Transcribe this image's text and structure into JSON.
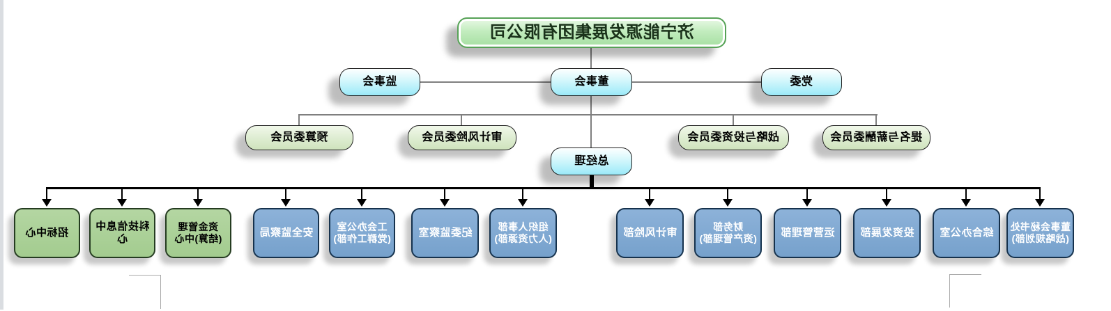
{
  "meta": {
    "text_direction": "mirrored-horizontally",
    "chart_type": "organizational-chart"
  },
  "root": {
    "label": "济宁能源发展集团有限公司"
  },
  "governance": [
    {
      "label": "监事会"
    },
    {
      "label": "董事会"
    },
    {
      "label": "党委"
    }
  ],
  "committees": [
    {
      "label": "预算委员会"
    },
    {
      "label": "审计风险委员会"
    },
    {
      "label": "战略与投资委员会"
    },
    {
      "label": "提名与薪酬委员会"
    }
  ],
  "general_manager": {
    "label": "总经理"
  },
  "departments": [
    {
      "label": "招标中心",
      "type": "center"
    },
    {
      "label": "科技信息中心",
      "type": "center"
    },
    {
      "label": "资金管理\n(结算)中心",
      "type": "center"
    },
    {
      "label": "安全监察局",
      "type": "department"
    },
    {
      "label": "工会办公室\n(党群工作部)",
      "type": "department"
    },
    {
      "label": "纪委监察室",
      "type": "department"
    },
    {
      "label": "组织人事部\n(人力资源部)",
      "type": "department"
    },
    {
      "label": "审计风险部",
      "type": "department"
    },
    {
      "label": "财务部\n(资产管理部)",
      "type": "department"
    },
    {
      "label": "运营管理部",
      "type": "department"
    },
    {
      "label": "投资发展部",
      "type": "department"
    },
    {
      "label": "综合办公室",
      "type": "department"
    },
    {
      "label": "董事会秘书处\n(战略规划部)",
      "type": "department"
    }
  ],
  "colors": {
    "root_fill": "#a6dfa2",
    "root_border": "#56a256",
    "root_text": "#1a321a",
    "governance_fill": "#a5ecf9",
    "committee_fill": "#ddecd0",
    "center_fill": "#a3cc8f",
    "department_fill": "#76a1cc",
    "department_text": "#ffffff",
    "box_border_dark": "#1f1f1f",
    "connector_gray": "#7f7f7f",
    "connector_black": "#000000",
    "page_edge_strip": "#dadde1"
  }
}
